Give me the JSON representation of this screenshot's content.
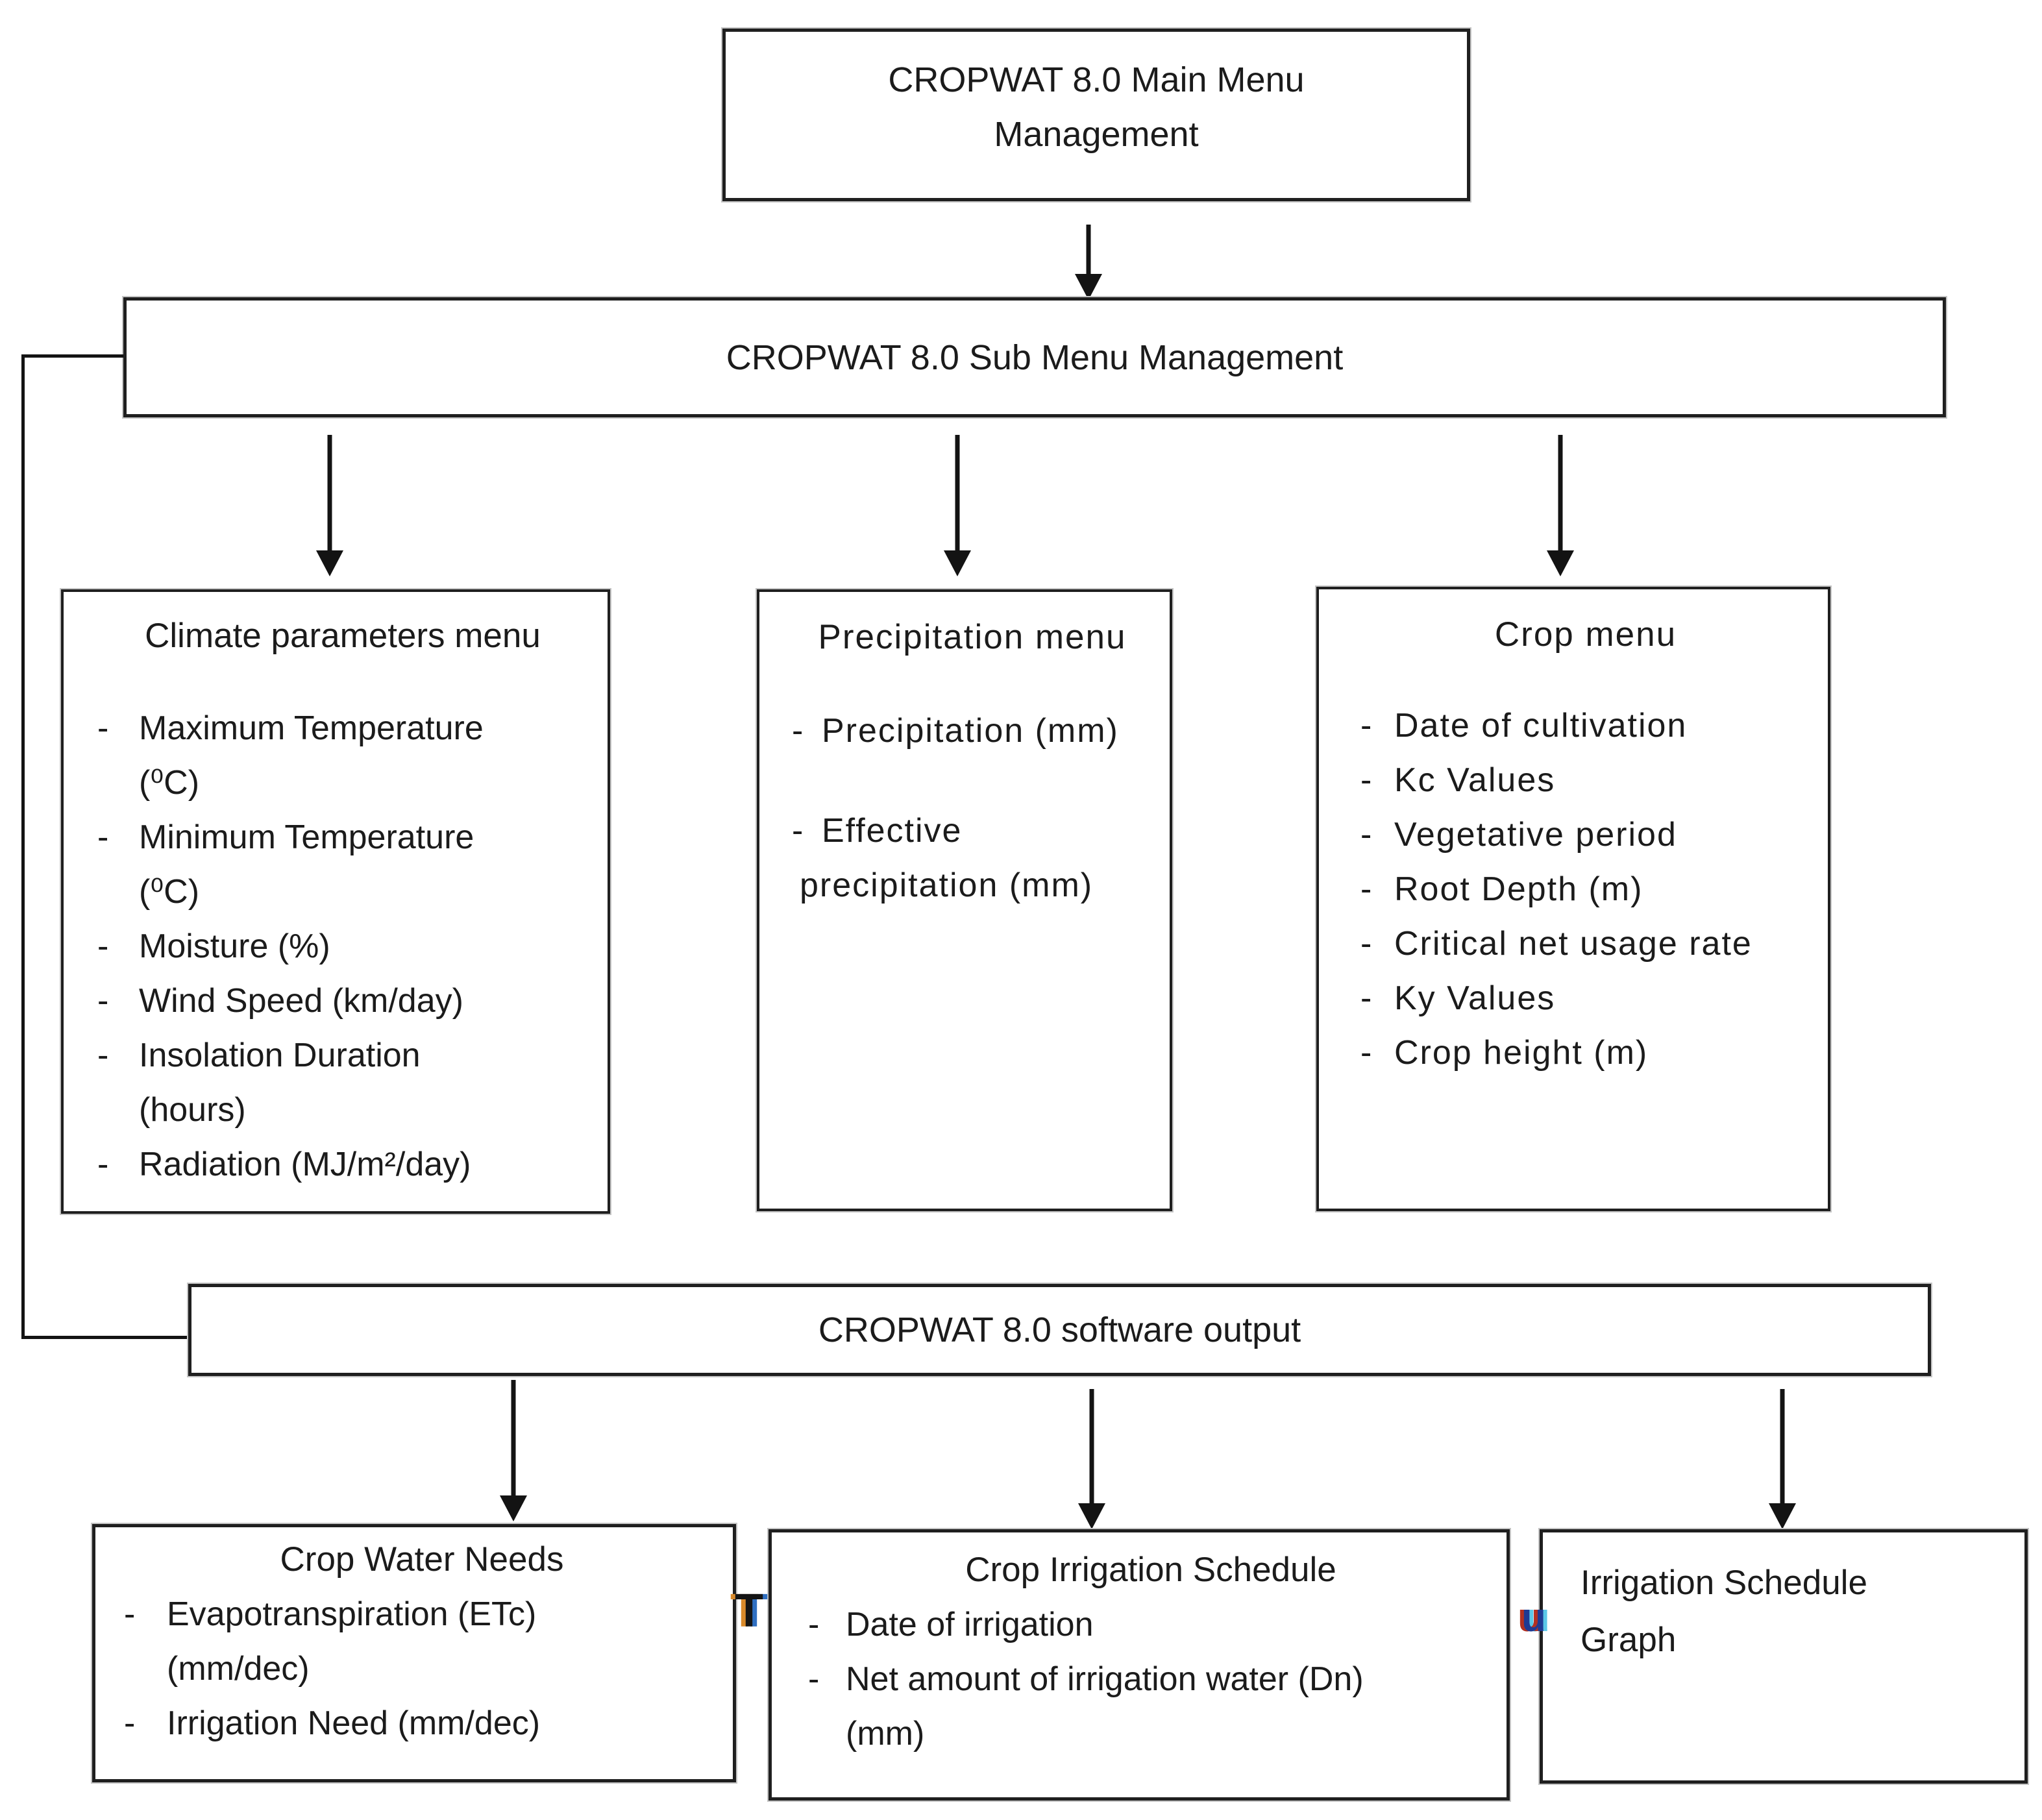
{
  "colors": {
    "ink": "#1b1b1b",
    "border": "#1f1f1f",
    "halo": "#c4c4c4",
    "paper": "#ffffff",
    "stray-orange": "#d98a2b",
    "stray-blue": "#2f6fc1",
    "stray-navy": "#1f3a93",
    "stray-red": "#b23121",
    "stray-cyan": "#5bc8e8"
  },
  "bullet": "-",
  "nodes": {
    "main_menu": {
      "line1": "CROPWAT 8.0 Main Menu",
      "line2": "Management"
    },
    "sub_menu": {
      "title": "CROPWAT 8.0 Sub Menu Management"
    },
    "climate_menu": {
      "title": "Climate parameters menu",
      "items": [
        {
          "lines": [
            "Maximum Temperature",
            "(⁰C)"
          ]
        },
        {
          "lines": [
            "Minimum Temperature",
            "(⁰C)"
          ]
        },
        {
          "lines": [
            "Moisture (%)"
          ]
        },
        {
          "lines": [
            "Wind Speed (km/day)"
          ]
        },
        {
          "lines": [
            "Insolation Duration",
            "(hours)"
          ]
        },
        {
          "lines": [
            "Radiation (MJ/m²/day)"
          ]
        }
      ]
    },
    "precipitation_menu": {
      "title": "Precipitation menu",
      "item1": "Precipitation (mm)",
      "item2_line1": "Effective",
      "item2_line2": "precipitation (mm)"
    },
    "crop_menu": {
      "title": "Crop menu",
      "items": [
        "Date of cultivation",
        "Kc Values",
        "Vegetative period",
        "Root Depth (m)",
        "Critical net usage rate",
        "Ky Values",
        "Crop height (m)"
      ]
    },
    "software_output": {
      "title": "CROPWAT 8.0 software output"
    },
    "crop_water_needs": {
      "title": "Crop Water Needs",
      "item1_line1": "Evapotranspiration (ETc)",
      "item1_line2": "(mm/dec)",
      "item2": "Irrigation Need (mm/dec)"
    },
    "crop_irrigation_schedule": {
      "title": "Crop Irrigation Schedule",
      "item1": "Date of irrigation",
      "item2_line1": "Net amount of irrigation water (Dn)",
      "item2_line2": "(mm)"
    },
    "irrigation_schedule_graph": {
      "line1": "Irrigation Schedule",
      "line2": "Graph"
    }
  },
  "stray_marks": {
    "between_water_and_schedule": "T",
    "between_schedule_and_graph": "u"
  }
}
